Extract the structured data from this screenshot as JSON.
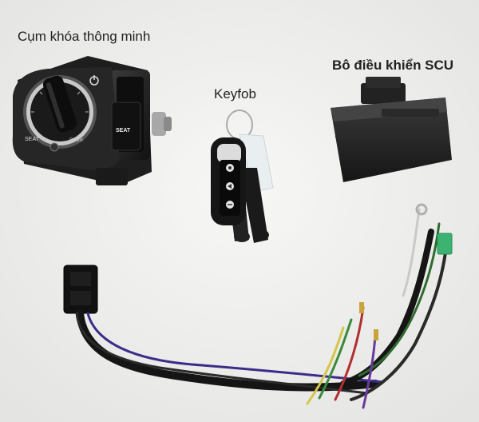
{
  "captions": {
    "smart_lock": "Cụm khóa thông minh",
    "keyfob": "Keyfob",
    "scu": "Bô điều khiển SCU"
  },
  "labels": {
    "seat_left": "SEAT",
    "push": "PUSH",
    "seat_button": "SEAT"
  }
}
